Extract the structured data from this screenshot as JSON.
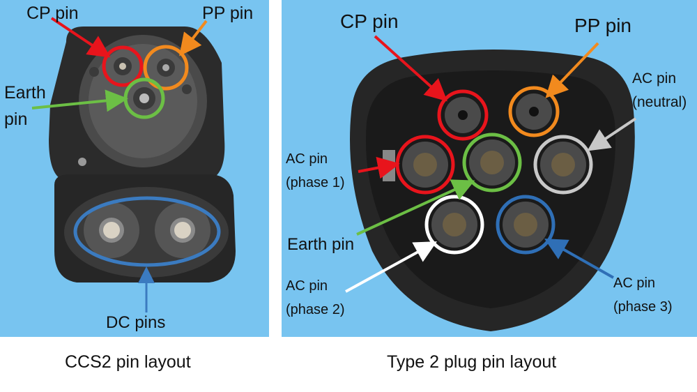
{
  "left_panel": {
    "labels": {
      "cp": "CP pin",
      "pp": "PP pin",
      "earth_line1": "Earth",
      "earth_line2": "pin",
      "dc": "DC pins"
    },
    "caption": "CCS2 pin layout"
  },
  "right_panel": {
    "labels": {
      "cp": "CP pin",
      "pp": "PP pin",
      "ac_neutral_line1": "AC pin",
      "ac_neutral_line2": "(neutral)",
      "ac_phase1_line1": "AC pin",
      "ac_phase1_line2": "(phase 1)",
      "earth": "Earth pin",
      "ac_phase2_line1": "AC pin",
      "ac_phase2_line2": "(phase 2)",
      "ac_phase3_line1": "AC pin",
      "ac_phase3_line2": "(phase 3)"
    },
    "caption": "Type 2 plug pin layout"
  },
  "colors": {
    "background": "#78c4f0",
    "cp": "#e8141c",
    "pp": "#f28a1e",
    "earth": "#6cbf45",
    "neutral": "#c8c8c8",
    "phase1": "#e8141c",
    "phase2": "#ffffff",
    "phase3": "#2f6fb6",
    "dc": "#3b7bc0"
  }
}
